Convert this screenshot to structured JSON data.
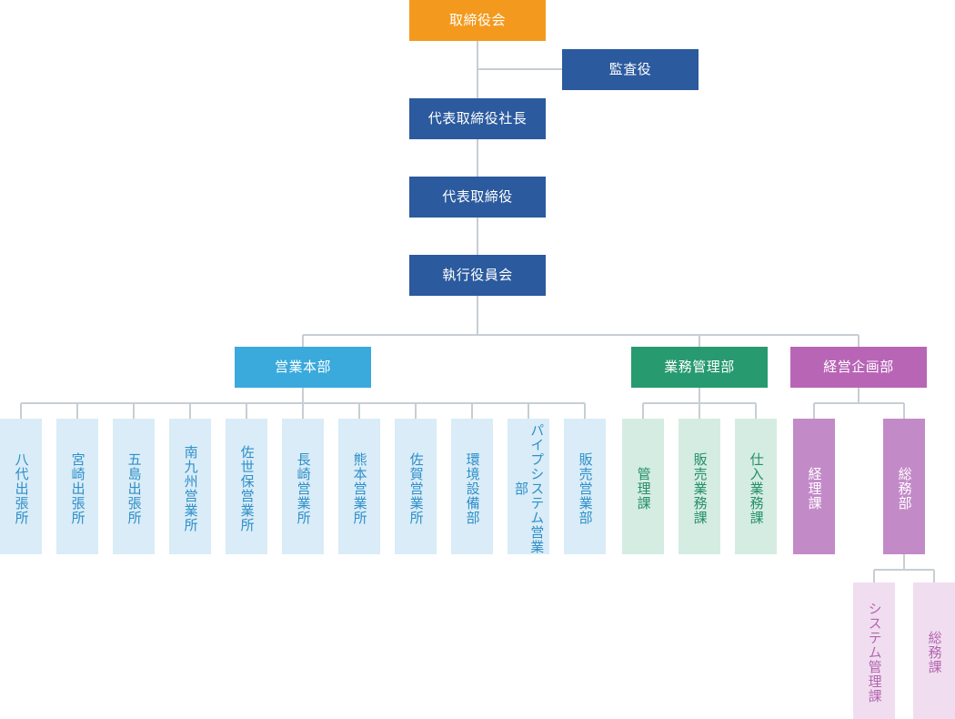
{
  "top": {
    "board": "取締役会",
    "auditor": "監査役",
    "president": "代表取締役社長",
    "representative_director": "代表取締役",
    "executive_committee": "執行役員会"
  },
  "divisions": {
    "sales": {
      "label": "営業本部",
      "units": [
        "八代出張所",
        "宮崎出張所",
        "五島出張所",
        "南九州営業所",
        "佐世保営業所",
        "長崎営業所",
        "熊本営業所",
        "佐賀営業所",
        "環境設備部",
        "パイプシステム営業部",
        "販売営業部"
      ]
    },
    "operations": {
      "label": "業務管理部",
      "units": [
        "管理課",
        "販売業務課",
        "仕入業務課"
      ]
    },
    "planning": {
      "label": "経営企画部",
      "units": [
        "経理課",
        "総務部"
      ],
      "sub_units": [
        "システム管理課",
        "総務課"
      ]
    }
  },
  "colors": {
    "board": "#f39a1e",
    "executive": "#2b5a9e",
    "sales": "#3aa9dc",
    "operations": "#279a6f",
    "planning": "#b865b6",
    "connector": "#c7ced4"
  }
}
